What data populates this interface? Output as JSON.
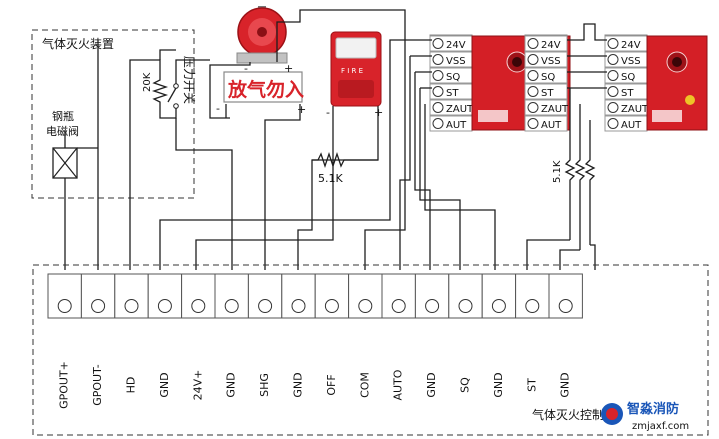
{
  "device_box": {
    "title": "气体灭火装置",
    "valve_label_line1": "钢瓶",
    "valve_label_line2": "电磁阀",
    "pressure_switch": "压力开关",
    "resistor_20k": "20K"
  },
  "signs": {
    "no_entry": "放气勿入",
    "strobe_brand": "F I R E"
  },
  "resistors": {
    "r_main": "5.1K",
    "r_vertical": "5.1K"
  },
  "polarity": {
    "bell_minus": "-",
    "bell_plus": "+",
    "sign_minus": "-",
    "sign_plus": "+",
    "strobe_minus": "-",
    "strobe_plus": "+"
  },
  "module_terminals": [
    "24V",
    "VSS",
    "SQ",
    "ST",
    "ZAUT",
    "AUT"
  ],
  "controller": {
    "title": "气体灭火控制器",
    "terminals": [
      "GPOUT+",
      "GPOUT-",
      "HD",
      "GND",
      "24V+",
      "GND",
      "SHG",
      "GND",
      "OFF",
      "COM",
      "AUTO",
      "GND",
      "SQ",
      "GND",
      "ST",
      "GND"
    ]
  },
  "watermark": {
    "brand": "智淼消防",
    "url": "zmjaxf.com"
  },
  "colors": {
    "module_red": "#d41f26",
    "bell_red": "#d8232a",
    "sign_red": "#d8232a",
    "watermark_blue": "#1a56b8"
  }
}
